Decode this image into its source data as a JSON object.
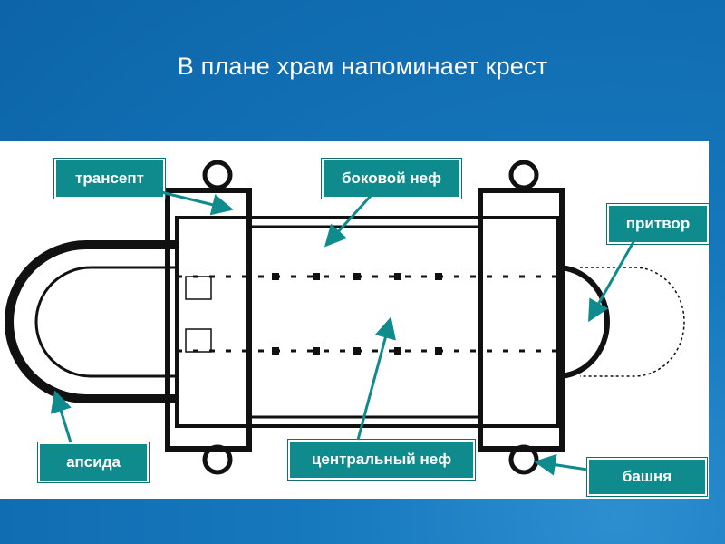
{
  "title": "В плане храм напоминает крест",
  "labels": {
    "transept": "трансепт",
    "side_nave": "боковой неф",
    "narthex": "притвор",
    "apse": "апсида",
    "central_nave": "центральный неф",
    "tower": "башня"
  },
  "colors": {
    "background": "#0d64a8",
    "label_fill": "#0f8a8d",
    "arrow": "#0f8a8d",
    "plan_ink": "#111111"
  }
}
